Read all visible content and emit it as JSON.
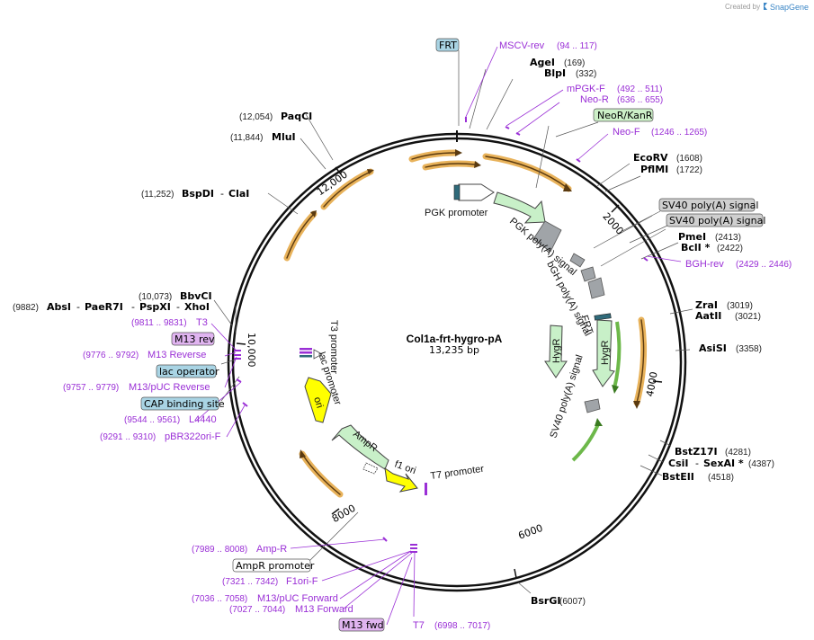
{
  "credit": "Created by",
  "brand": "SnapGene",
  "plasmid": {
    "name": "Col1a-frt-hygro-pA",
    "size": "13,235 bp"
  },
  "ticks": [
    "2000",
    "4000",
    "6000",
    "8000",
    "10,000",
    "12,000"
  ],
  "boxes": {
    "frt": "FRT",
    "neo_kan": "NeoR/KanR",
    "sv40_1": "SV40 poly(A) signal",
    "sv40_2": "SV40 poly(A) signal",
    "m13rev": "M13 rev",
    "lac_op": "lac operator",
    "cap": "CAP binding site",
    "ampr_prom": "AmpR promoter",
    "m13fwd": "M13 fwd"
  },
  "enzymes": {
    "agei": {
      "name": "AgeI",
      "pos": "(169)"
    },
    "blpi": {
      "name": "BlpI",
      "pos": "(332)"
    },
    "ecorv": {
      "name": "EcoRV",
      "pos": "(1608)"
    },
    "pflmi": {
      "name": "PflMI",
      "pos": "(1722)"
    },
    "pmei": {
      "name": "PmeI",
      "pos": "(2413)"
    },
    "bcli": {
      "name": "BclI *",
      "pos": "(2422)"
    },
    "zrai": {
      "name": "ZraI",
      "pos": "(3019)"
    },
    "aatii": {
      "name": "AatII",
      "pos": "(3021)"
    },
    "asisi": {
      "name": "AsiSI",
      "pos": "(3358)"
    },
    "bstz17i": {
      "name": "BstZ17I",
      "pos": "(4281)"
    },
    "csii": {
      "name": "CsiI",
      "sep": "-",
      "name2": "SexAI *",
      "pos": "(4387)"
    },
    "bsteii": {
      "name": "BstEII",
      "pos": "(4518)"
    },
    "bsrgi": {
      "name": "BsrGI",
      "pos": "(6007)"
    },
    "paqci": {
      "name": "PaqCI",
      "pos": "(12,054)"
    },
    "mlui": {
      "name": "MluI",
      "pos": "(11,844)"
    },
    "bspdi": {
      "name": "BspDI",
      "sep": "-",
      "name2": "ClaI",
      "pos": "(11,252)"
    },
    "bbvci": {
      "name": "BbvCI",
      "pos": "(10,073)"
    },
    "absi": {
      "pos": "(9882)",
      "name": "AbsI",
      "sep1": "-",
      "name2": "PaeR7I",
      "sep2": "-",
      "name3": "PspXI",
      "sep3": "-",
      "name4": "XhoI"
    }
  },
  "primers": {
    "mscv": {
      "name": "MSCV-rev",
      "pos": "(94 .. 117)"
    },
    "mpgk": {
      "name": "mPGK-F",
      "pos": "(492 .. 511)"
    },
    "neor": {
      "name": "Neo-R",
      "pos": "(636 .. 655)"
    },
    "neof": {
      "name": "Neo-F",
      "pos": "(1246 .. 1265)"
    },
    "bgh": {
      "name": "BGH-rev",
      "pos": "(2429 .. 2446)"
    },
    "t3": {
      "name": "T3",
      "pos": "(9811 .. 9831)"
    },
    "m13r": {
      "name": "M13 Reverse",
      "pos": "(9776 .. 9792)"
    },
    "m13puc_r": {
      "name": "M13/pUC Reverse",
      "pos": "(9757 .. 9779)"
    },
    "l4440": {
      "name": "L4440",
      "pos": "(9544 .. 9561)"
    },
    "pbr": {
      "name": "pBR322ori-F",
      "pos": "(9291 .. 9310)"
    },
    "ampr": {
      "name": "Amp-R",
      "pos": "(7989 .. 8008)"
    },
    "f1ori": {
      "name": "F1ori-F",
      "pos": "(7321 .. 7342)"
    },
    "m13puc_f": {
      "name": "M13/pUC Forward",
      "pos": "(7036 .. 7058)"
    },
    "m13f": {
      "name": "M13 Forward",
      "pos": "(7027 .. 7044)"
    },
    "t7": {
      "name": "T7",
      "pos": "(6998 .. 7017)"
    }
  },
  "features": {
    "pgk_prom": "PGK promoter",
    "pgk_polya": "PGK poly(A) signal",
    "bgh_polya": "bGH poly(A) signal",
    "frt_in": "FRT",
    "hygr1": "HygR",
    "hygr2": "HygR",
    "sv40_in": "SV40 poly(A) signal",
    "t3_prom": "T3 promoter",
    "lac_prom": "lac promoter",
    "ori": "ori",
    "ampr": "AmpR",
    "f1ori": "f1 ori",
    "t7_prom": "T7 promoter"
  },
  "colors": {
    "primer": "#9a2fd6",
    "orf": "#e8a33a",
    "gene": "#c8f0c8",
    "ori": "#ffff00",
    "polya": "#a0a4a8",
    "box_blue": "#a9d4e4",
    "box_green": "#cdf0c8",
    "box_grey": "#cfcfcf",
    "box_purple": "#e0b4f0"
  }
}
